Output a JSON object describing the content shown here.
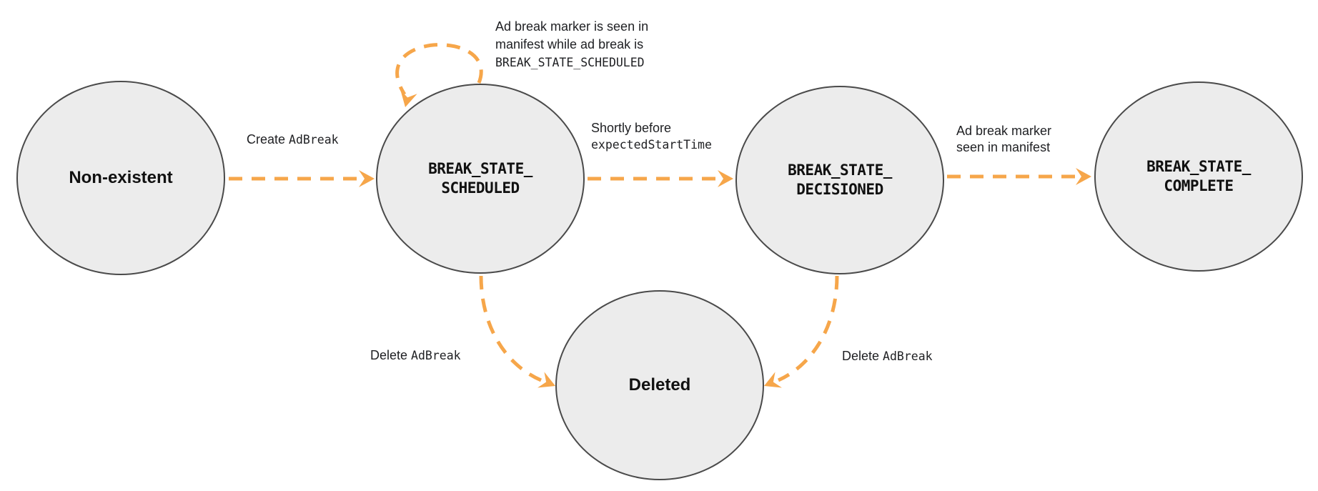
{
  "colors": {
    "arrow": "#F6A64A",
    "node_fill": "#ECECEC",
    "node_border": "#4A4A4A",
    "text": "#202124"
  },
  "states": {
    "non_existent": {
      "label": "Non-existent"
    },
    "scheduled": {
      "line1": "BREAK_STATE_",
      "line2": "SCHEDULED"
    },
    "decisioned": {
      "line1": "BREAK_STATE_",
      "line2": "DECISIONED"
    },
    "complete": {
      "line1": "BREAK_STATE_",
      "line2": "COMPLETE"
    },
    "deleted": {
      "label": "Deleted"
    }
  },
  "edges": {
    "create": {
      "text": "Create",
      "code": "AdBreak"
    },
    "self_loop": {
      "line1": "Ad break marker is seen in",
      "line2": "manifest while ad break is",
      "code_line": "BREAK_STATE_SCHEDULED"
    },
    "to_decisioned": {
      "line1": "Shortly before",
      "code_line": "expectedStartTime"
    },
    "to_complete": {
      "line1": "Ad break marker",
      "line2": "seen in manifest"
    },
    "delete_from_scheduled": {
      "text": "Delete",
      "code": "AdBreak"
    },
    "delete_from_decisioned": {
      "text": "Delete",
      "code": "AdBreak"
    }
  }
}
